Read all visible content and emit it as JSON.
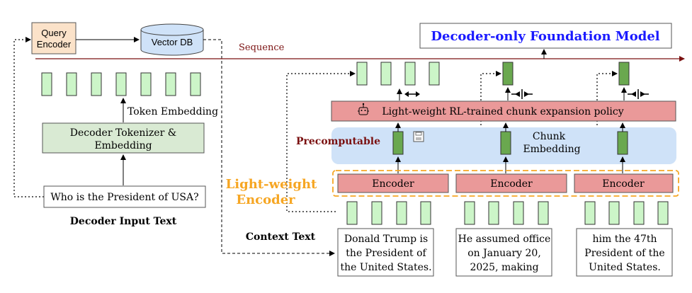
{
  "retrieval": {
    "query_encoder_line1": "Query",
    "query_encoder_line2": "Encoder",
    "vector_db": "Vector DB",
    "sequence": "Sequence"
  },
  "decoder": {
    "token_embedding": "Token Embedding",
    "tokenizer_line1": "Decoder Tokenizer &",
    "tokenizer_line2": "Embedding",
    "input_text": "Who is the President of USA?",
    "input_label": "Decoder Input Text"
  },
  "model": {
    "title": "Decoder-only Foundation Model",
    "policy": "Light-weight RL-trained chunk expansion policy",
    "precomputable": "Precomputable",
    "chunk_line1": "Chunk",
    "chunk_line2": "Embedding",
    "encoder_label_line1": "Light-weight",
    "encoder_label_line2": "Encoder",
    "encoder": "Encoder"
  },
  "context": {
    "label": "Context Text",
    "chunk1": [
      "Donald Trump is",
      "the President of",
      "the United States."
    ],
    "chunk2": [
      "He assumed office",
      "on January 20,",
      "2025, making"
    ],
    "chunk3": [
      "him the 47th",
      "President of the",
      "United States."
    ]
  },
  "colors": {
    "token_green": "#ccf5c8",
    "dark_green": "#6aa84f",
    "encoder_red": "#ea9999",
    "blue_band": "#cfe2f8",
    "orange": "#f6a623",
    "title_blue": "#1a1aff",
    "dark_red": "#7a1010",
    "query_fill": "#fbe2c9",
    "tokenizer_fill": "#d9ead3"
  }
}
